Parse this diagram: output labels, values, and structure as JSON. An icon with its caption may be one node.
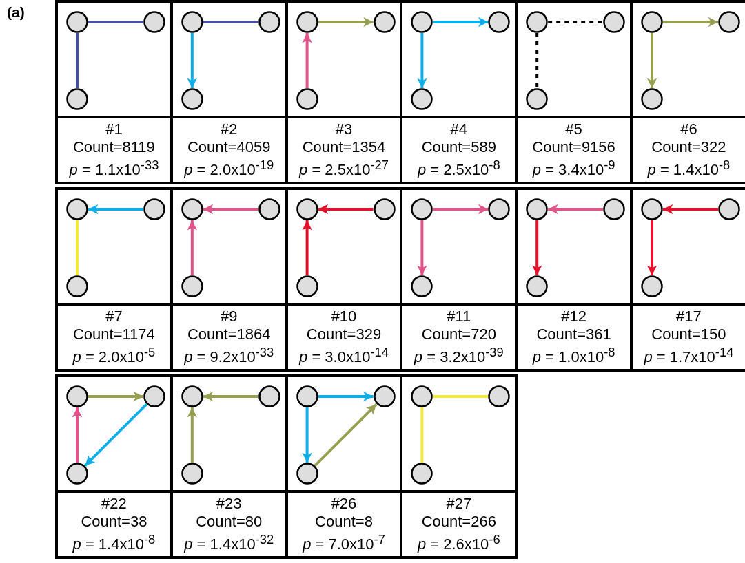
{
  "diagram": {
    "nodes": [
      {
        "text": [],
        "shape": "box"
      },
      {
        "text": [],
        "shape": "circle",
        "in": 0
      },
      {
        "text": [],
        "shape": "circle",
        "in": 0
      },
      {
        "text": [],
        "shape": "circle",
        "in": 0
      },
      {
        "text": [
          "#1",
          "Count=8119",
          "*p* = 1.1x10$^{-33}$"
        ]
      },
      {
        "text": [],
        "shape": "box"
      },
      {
        "text": [],
        "shape": "circle",
        "in": 5
      },
      {
        "text": [],
        "shape": "circle",
        "in": 5
      },
      {
        "text": [],
        "shape": "circle",
        "in": 5
      },
      {
        "text": [
          "#2",
          "Count=4059",
          "*p* = 2.0x10$^{-19}$"
        ]
      },
      {
        "text": [],
        "shape": "box"
      },
      {
        "text": [],
        "shape": "circle",
        "in": 10
      },
      {
        "text": [],
        "shape": "circle",
        "in": 10
      },
      {
        "text": [],
        "shape": "circle",
        "in": 10
      },
      {
        "text": [
          "#3",
          "Count=1354",
          "*p* = 2.5x10$^{-27}$"
        ]
      },
      {
        "text": [],
        "shape": "box"
      },
      {
        "text": [],
        "shape": "circle",
        "in": 15
      },
      {
        "text": [],
        "shape": "circle",
        "in": 15
      },
      {
        "text": [],
        "shape": "circle",
        "in": 15
      },
      {
        "text": [
          "#4",
          "Count=589",
          "*p* = 2.5x10$^{-8}$"
        ]
      },
      {
        "text": [],
        "shape": "box"
      },
      {
        "text": [],
        "shape": "circle",
        "in": 20
      },
      {
        "text": [],
        "shape": "circle",
        "in": 20
      },
      {
        "text": [],
        "shape": "circle",
        "in": 20
      },
      {
        "text": [
          "#5",
          "Count=9156",
          "*p* = 3.4x10$^{-9}$"
        ]
      },
      {
        "text": [],
        "shape": "box"
      },
      {
        "text": [],
        "shape": "circle",
        "in": 25
      },
      {
        "text": [],
        "shape": "circle",
        "in": 25
      },
      {
        "text": [],
        "shape": "circle",
        "in": 25
      },
      {
        "text": [
          "#6",
          "Count=322",
          "*p* = 1.4x10$^{-8}$"
        ]
      },
      {
        "text": [],
        "shape": "box"
      },
      {
        "text": [],
        "shape": "circle",
        "in": 30
      },
      {
        "text": [],
        "shape": "circle",
        "in": 30
      },
      {
        "text": [],
        "shape": "circle",
        "in": 30
      },
      {
        "text": [
          "#7",
          "Count=1174",
          "*p* = 2.0x10$^{-5}$"
        ]
      },
      {
        "text": [],
        "shape": "box"
      },
      {
        "text": [],
        "shape": "circle",
        "in": 35
      },
      {
        "text": [],
        "shape": "circle",
        "in": 35
      },
      {
        "text": [],
        "shape": "circle",
        "in": 35
      },
      {
        "text": [
          "#9",
          "Count=1864",
          "*p* = 9.2x10$^{-33}$"
        ]
      },
      {
        "text": [],
        "shape": "box"
      },
      {
        "text": [],
        "shape": "circle",
        "in": 40
      },
      {
        "text": [],
        "shape": "circle",
        "in": 40
      },
      {
        "text": [],
        "shape": "circle",
        "in": 40
      },
      {
        "text": [
          "#10",
          "Count=329",
          "*p* = 3.0x10$^{-14}$"
        ]
      },
      {
        "text": [],
        "shape": "box"
      },
      {
        "text": [],
        "shape": "circle",
        "in": 45
      },
      {
        "text": [],
        "shape": "circle",
        "in": 45
      },
      {
        "text": [],
        "shape": "circle",
        "in": 45
      },
      {
        "text": [
          "#11",
          "Count=720",
          "*p* = 3.2x10$^{-39}$"
        ]
      },
      {
        "text": [],
        "shape": "box"
      },
      {
        "text": [],
        "shape": "circle",
        "in": 50
      },
      {
        "text": [],
        "shape": "circle",
        "in": 50
      },
      {
        "text": [],
        "shape": "circle",
        "in": 50
      },
      {
        "text": [
          "#12",
          "Count=361",
          "*p* = 1.0x10$^{-8}$"
        ]
      },
      {
        "text": [],
        "shape": "box"
      },
      {
        "text": [],
        "shape": "circle",
        "in": 55
      },
      {
        "text": [],
        "shape": "circle",
        "in": 55
      },
      {
        "text": [],
        "shape": "circle",
        "in": 55
      },
      {
        "text": [
          "#17",
          "Count=150",
          "*p* = 1.7x10$^{-14}$"
        ]
      },
      {
        "text": [],
        "shape": "box"
      },
      {
        "text": [],
        "shape": "circle",
        "in": 60
      },
      {
        "text": [],
        "shape": "circle",
        "in": 60
      },
      {
        "text": [],
        "shape": "circle",
        "in": 60
      },
      {
        "text": [
          "#22",
          "Count=38",
          "*p* = 1.4x10$^{-8}$"
        ]
      },
      {
        "text": [],
        "shape": "box"
      },
      {
        "text": [],
        "shape": "circle",
        "in": 65
      },
      {
        "text": [],
        "shape": "circle",
        "in": 65
      },
      {
        "text": [],
        "shape": "circle",
        "in": 65
      },
      {
        "text": [
          "#23",
          "Count=80",
          "*p* = 1.4x10$^{-32}$"
        ]
      },
      {
        "text": [],
        "shape": "box"
      },
      {
        "text": [],
        "shape": "circle",
        "in": 70
      },
      {
        "text": [],
        "shape": "circle",
        "in": 70
      },
      {
        "text": [],
        "shape": "circle",
        "in": 70
      },
      {
        "text": [
          "#26",
          "Count=8",
          "*p* = 7.0x10$^{-7}$"
        ]
      },
      {
        "text": [],
        "shape": "box"
      },
      {
        "text": [],
        "shape": "circle",
        "in": 75
      },
      {
        "text": [],
        "shape": "circle",
        "in": 75
      },
      {
        "text": [],
        "shape": "circle",
        "in": 75
      },
      {
        "text": [
          "#27",
          "Count=266",
          "*p* = 2.6x10$^{-6}$"
        ]
      }
    ],
    "edges": [
      {
        "from": 1,
        "to": 2,
        "arrow": "none",
        "color": "#4a4f9c"
      },
      {
        "from": 1,
        "to": 3,
        "arrow": "none",
        "color": "#4a4f9c"
      },
      {
        "from": 6,
        "to": 7,
        "arrow": "none",
        "color": "#4a4f9c"
      },
      {
        "from": 6,
        "to": 8,
        "arrow": "to",
        "color": "#10aee8"
      },
      {
        "from": 11,
        "to": 12,
        "arrow": "to",
        "color": "#979f53"
      },
      {
        "from": 13,
        "to": 11,
        "arrow": "to",
        "color": "#e05489"
      },
      {
        "from": 16,
        "to": 17,
        "arrow": "to",
        "color": "#10aee8"
      },
      {
        "from": 16,
        "to": 18,
        "arrow": "to",
        "color": "#10aee8"
      },
      {
        "from": 21,
        "to": 22,
        "arrow": "none",
        "style": "dashed",
        "color": "#000000"
      },
      {
        "from": 21,
        "to": 23,
        "arrow": "none",
        "style": "dashed",
        "color": "#000000"
      },
      {
        "from": 26,
        "to": 27,
        "arrow": "to",
        "color": "#979f53"
      },
      {
        "from": 26,
        "to": 28,
        "arrow": "to",
        "color": "#979f53"
      },
      {
        "from": 32,
        "to": 31,
        "arrow": "to",
        "color": "#10aee8"
      },
      {
        "from": 31,
        "to": 33,
        "arrow": "none",
        "color": "#f2e840"
      },
      {
        "from": 37,
        "to": 36,
        "arrow": "to",
        "color": "#e05489"
      },
      {
        "from": 38,
        "to": 36,
        "arrow": "to",
        "color": "#e05489"
      },
      {
        "from": 42,
        "to": 41,
        "arrow": "to",
        "color": "#e5112c"
      },
      {
        "from": 43,
        "to": 41,
        "arrow": "to",
        "color": "#e5112c"
      },
      {
        "from": 46,
        "to": 47,
        "arrow": "to",
        "color": "#e05489"
      },
      {
        "from": 46,
        "to": 48,
        "arrow": "to",
        "color": "#e05489"
      },
      {
        "from": 52,
        "to": 51,
        "arrow": "to",
        "color": "#e05489"
      },
      {
        "from": 51,
        "to": 53,
        "arrow": "to",
        "color": "#e5112c"
      },
      {
        "from": 57,
        "to": 56,
        "arrow": "to",
        "color": "#e5112c"
      },
      {
        "from": 56,
        "to": 58,
        "arrow": "to",
        "color": "#e5112c"
      },
      {
        "from": 61,
        "to": 62,
        "arrow": "to",
        "color": "#979f53"
      },
      {
        "from": 63,
        "to": 61,
        "arrow": "to",
        "color": "#e05489"
      },
      {
        "from": 62,
        "to": 63,
        "arrow": "to",
        "color": "#10aee8"
      },
      {
        "from": 67,
        "to": 66,
        "arrow": "to",
        "color": "#979f53"
      },
      {
        "from": 68,
        "to": 66,
        "arrow": "to",
        "color": "#979f53"
      },
      {
        "from": 71,
        "to": 72,
        "arrow": "to",
        "color": "#10aee8"
      },
      {
        "from": 71,
        "to": 73,
        "arrow": "to",
        "color": "#10aee8"
      },
      {
        "from": 73,
        "to": 72,
        "arrow": "to",
        "color": "#979f53"
      },
      {
        "from": 76,
        "to": 77,
        "arrow": "none",
        "color": "#f2e840"
      },
      {
        "from": 76,
        "to": 78,
        "arrow": "none",
        "color": "#f2e840"
      }
    ],
    "labels": [
      "(a)"
    ]
  }
}
